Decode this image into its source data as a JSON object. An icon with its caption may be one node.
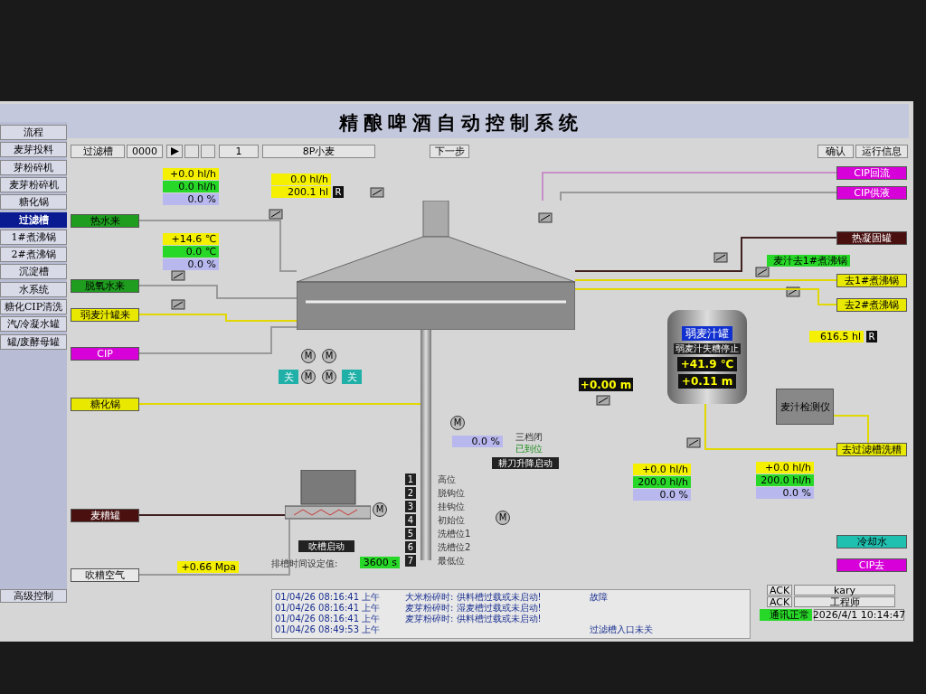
{
  "diagram": {
    "title": "精酿啤酒自动控制系统",
    "nodes": [
      {
        "text": [
          "热水来"
        ]
      },
      {
        "text": [
          "脱氧水来"
        ]
      },
      {
        "text": [
          "弱麦汁罐来"
        ]
      },
      {
        "text": [
          "CIP"
        ]
      },
      {
        "text": [
          "糖化锅"
        ]
      },
      {
        "text": [
          "麦糟罐"
        ]
      },
      {
        "text": [
          "吹糟空气"
        ]
      },
      {
        "text": [],
        "shape": "picture"
      },
      {
        "text": [
          "CIP回流"
        ]
      },
      {
        "text": [
          "CIP供液"
        ]
      },
      {
        "text": [
          "热凝固罐"
        ]
      },
      {
        "text": [
          "去1#煮沸锅"
        ]
      },
      {
        "text": [
          "去2#煮沸锅"
        ]
      },
      {
        "text": [
          "弱麦汁罐",
          "弱麦汁失糟停止",
          "+41.9 ℃",
          "+0.11 m"
        ]
      },
      {
        "text": [
          "麦汁检测仪"
        ]
      },
      {
        "text": [
          "去过滤槽洗糟"
        ]
      },
      {
        "text": [
          "冷却水"
        ]
      },
      {
        "text": [
          "CIP去"
        ]
      },
      {
        "text": [],
        "shape": "picture"
      }
    ],
    "edges": [
      {
        "from": 0,
        "to": 7,
        "arrow": "none",
        "color": "#9a9a9a"
      },
      {
        "from": 1,
        "to": 7,
        "arrow": "none",
        "color": "#9a9a9a"
      },
      {
        "from": 2,
        "to": 7,
        "arrow": "none"
      },
      {
        "from": 3,
        "to": 7,
        "arrow": "none",
        "color": "#9a9a9a"
      },
      {
        "from": 4,
        "to": 7,
        "arrow": "none"
      },
      {
        "from": 18,
        "to": 5,
        "arrow": "none",
        "color": "#402020"
      },
      {
        "from": 6,
        "to": 18,
        "arrow": "none",
        "color": "#9a9a9a"
      },
      {
        "from": 7,
        "to": 8,
        "arrow": "none",
        "color": "#c890c8"
      },
      {
        "from": 7,
        "to": 9,
        "arrow": "none",
        "color": "#9a9a9a"
      },
      {
        "from": 7,
        "to": 11,
        "arrow": "none"
      },
      {
        "from": 7,
        "to": 12,
        "arrow": "none"
      },
      {
        "from": 10,
        "to": 7,
        "arrow": "none",
        "color": "#402020"
      },
      {
        "from": 13,
        "to": 15,
        "arrow": "none"
      },
      {
        "from": 14,
        "to": 15,
        "arrow": "none"
      }
    ],
    "labels": [
      "流程",
      "麦芽投料",
      "芽粉碎机",
      "麦芽粉碎机",
      "糖化锅",
      "过滤槽",
      "1#煮沸锅",
      "2#煮沸锅",
      "沉淀槽",
      "水系统",
      "糖化CIP清洗",
      "汽/冷凝水罐",
      "罐/废酵母罐",
      "过滤槽",
      "0000",
      "1",
      "8P小麦",
      "下一步",
      "确认",
      "运行信息",
      "+0.0 hl/h",
      "0.0 hl/h",
      "0.0 %",
      "0.0 hl/h",
      "200.1 hl",
      "R",
      "+14.6 ℃",
      "0.0 ℃",
      "0.0 %",
      "麦汁去1#煮沸锅",
      "616.5 hl",
      "R",
      "M",
      "M",
      "关",
      "M",
      "M",
      "关",
      "+0.00 m",
      "M",
      "0.0 %",
      "三档闭",
      "已到位",
      "耕刀升降启动",
      "1",
      "高位",
      "2",
      "脱钩位",
      "3",
      "挂钩位",
      "4",
      "初始位",
      "5",
      "洗槽位1",
      "6",
      "洗槽位2",
      "7",
      "最低位",
      "M",
      "M",
      "+0.0 hl/h",
      "200.0 hl/h",
      "0.0 %",
      "+0.0 hl/h",
      "200.0 hl/h",
      "0.0 %",
      "吹槽启动",
      "排槽时间设定值:",
      "3600 s",
      "+0.66 Mpa",
      "高级控制",
      "01/04/26 08:16:41 上午",
      "大米粉碎时: 供料槽过载或未启动!",
      "故障",
      "01/04/26 08:16:41 上午",
      "麦芽粉碎时: 湿麦槽过载或未启动!",
      "01/04/26 08:16:41 上午",
      "麦芽粉碎时: 供料槽过载或未启动!",
      "01/04/26 08:49:53 上午",
      "过滤槽入口未关",
      "ACK",
      "kary",
      "ACK",
      "工程师",
      "通讯正常",
      "2026/4/1 10:14:47"
    ]
  }
}
